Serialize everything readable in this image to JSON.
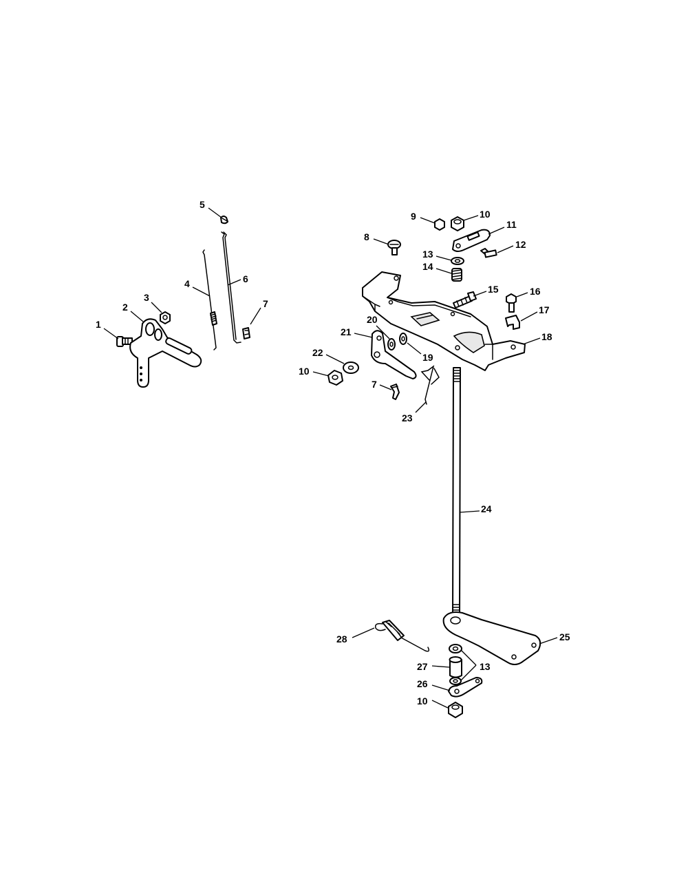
{
  "callouts": {
    "c1": "1",
    "c2": "2",
    "c3": "3",
    "c4": "4",
    "c5": "5",
    "c6": "6",
    "c7a": "7",
    "c8": "8",
    "c9": "9",
    "c10a": "10",
    "c11": "11",
    "c12": "12",
    "c13a": "13",
    "c14": "14",
    "c15": "15",
    "c16": "16",
    "c17": "17",
    "c18": "18",
    "c19": "19",
    "c20": "20",
    "c21": "21",
    "c22": "22",
    "c10b": "10",
    "c7b": "7",
    "c23": "23",
    "c24": "24",
    "c28": "28",
    "c25": "25",
    "c27": "27",
    "c13b": "13",
    "c26": "26",
    "c10c": "10"
  }
}
